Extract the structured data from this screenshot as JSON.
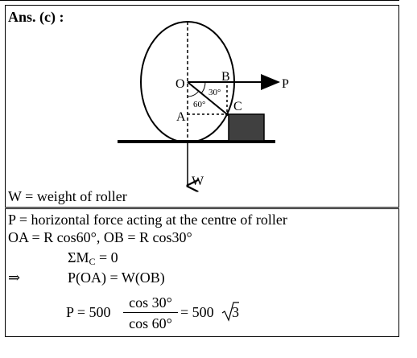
{
  "answer": {
    "heading": "Ans. (c) :"
  },
  "figure": {
    "labels": {
      "O": "O",
      "A": "A",
      "B": "B",
      "C": "C",
      "P": "P",
      "W": "W",
      "angle_30": "30°",
      "angle_60": "60°"
    }
  },
  "caption": {
    "weight": "W = weight of roller"
  },
  "solution": {
    "line1": "P = horizontal force acting at the centre of roller",
    "line2": "OA = R cos60°, OB = R cos30°",
    "moment_lhs": "ΣM",
    "moment_sub": "C",
    "moment_rhs": " = 0",
    "implies": "⇒",
    "equation": "P(OA) = W(OB)",
    "final_prefix": "P =  500",
    "numerator": "cos 30°",
    "denominator": "cos 60°",
    "result_prefix": "= 500",
    "result_radicand": "3"
  }
}
